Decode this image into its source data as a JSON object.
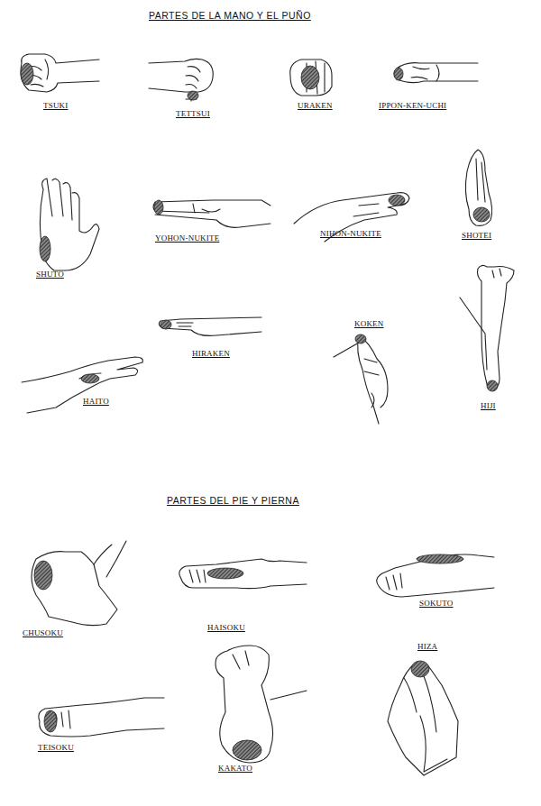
{
  "diagram": {
    "title": "PARTES DE LA MANO Y EL PUÑO",
    "labels": [
      "TSUKI",
      "TETTSUI",
      "URAKEN",
      "IPPON-KEN-UCHI",
      "SHUTO",
      "YOHON-NUKITE",
      "NIHON-NUKITE",
      "SHOTEI",
      "HIRAKEN",
      "KOKEN",
      "HAITO",
      "HIJI",
      "PARTES DEL PIE Y PIERNA",
      "CHUSOKU",
      "HAISOKU",
      "SOKUTO",
      "HIZA",
      "TEISOKU",
      "KAKATO"
    ]
  }
}
